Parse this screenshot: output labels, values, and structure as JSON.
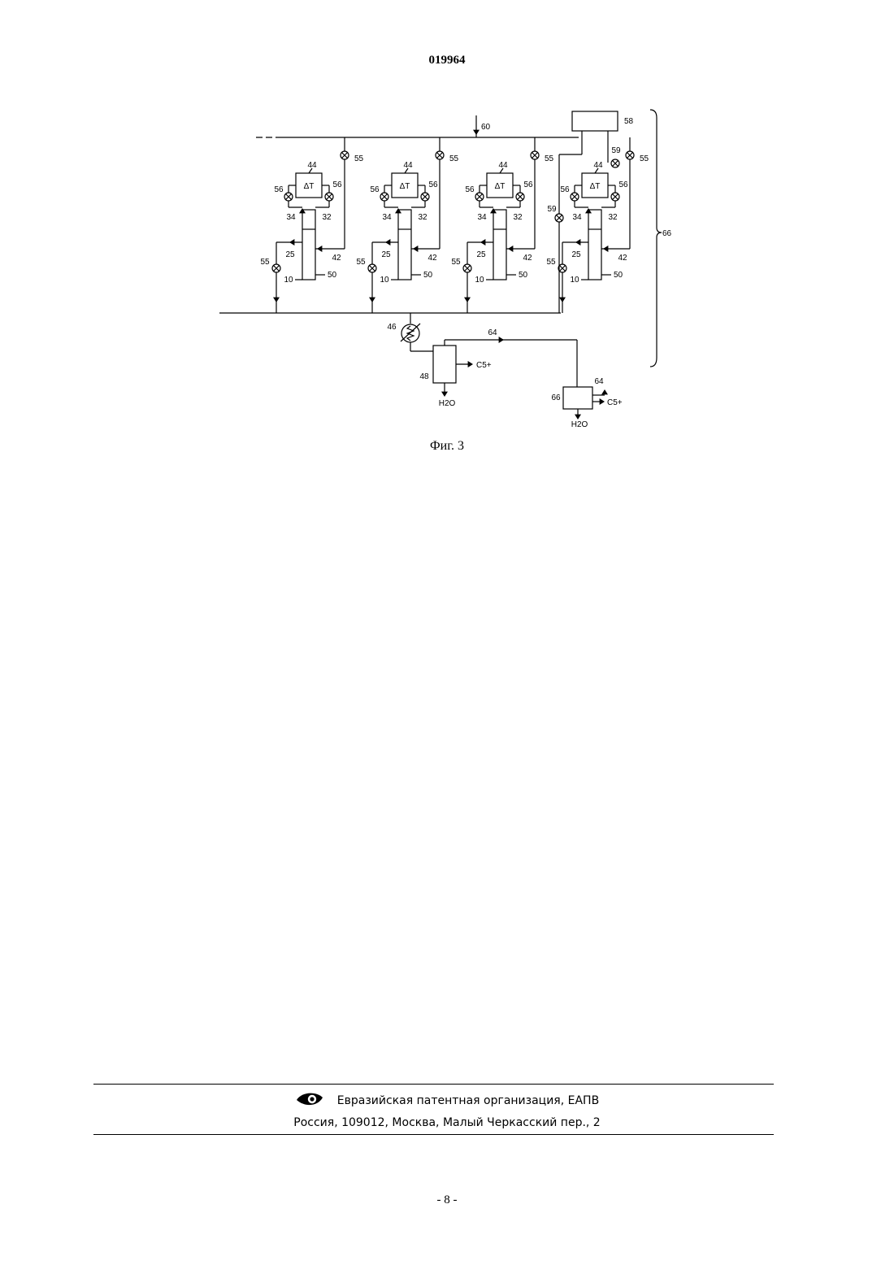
{
  "header": {
    "doc_number": "019964"
  },
  "figure": {
    "caption": "Фиг. 3",
    "labels": {
      "feed": "60",
      "controller": "58",
      "bracket": "66",
      "delta_t": "ΔT",
      "l44": "44",
      "l55": "55",
      "l56": "56",
      "l59": "59",
      "l34": "34",
      "l32": "32",
      "l25": "25",
      "l42": "42",
      "l10": "10",
      "l50": "50",
      "l46": "46",
      "l48": "48",
      "l64": "64",
      "l66": "66",
      "c5": "C5+",
      "h2o": "H2O"
    }
  },
  "footer": {
    "org": "Евразийская патентная организация, ЕАПВ",
    "address": "Россия, 109012, Москва, Малый Черкасский пер., 2"
  },
  "page_number": "- 8 -"
}
